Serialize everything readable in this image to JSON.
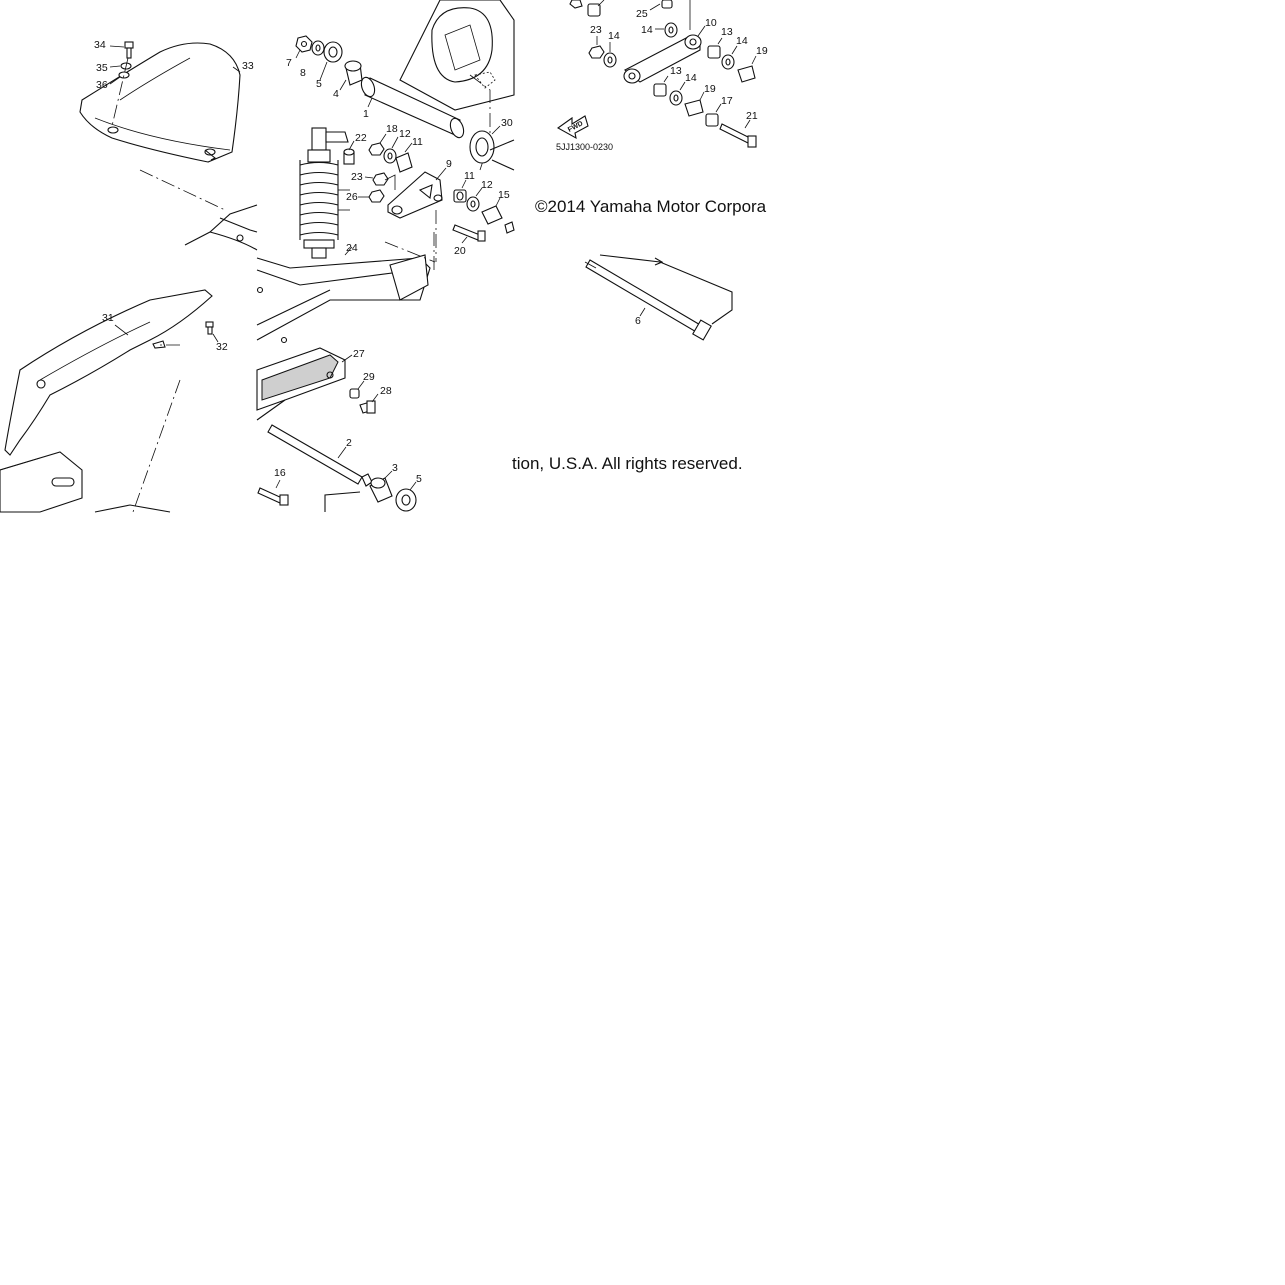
{
  "diagram": {
    "part_code": "5JJ1300-0230",
    "fwd_label": "FWD",
    "copyright_part1": "©2014 Yamaha Motor Corpora",
    "copyright_part2": "tion, U.S.A. All rights reserved.",
    "callouts": {
      "c1": "1",
      "c2": "2",
      "c3": "3",
      "c4": "4",
      "c5a": "5",
      "c5b": "5",
      "c6": "6",
      "c7": "7",
      "c8": "8",
      "c9": "9",
      "c10": "10",
      "c11a": "11",
      "c11b": "11",
      "c12a": "12",
      "c12b": "12",
      "c13a": "13",
      "c13b": "13",
      "c14a": "14",
      "c14b": "14",
      "c14c": "14",
      "c14d": "14",
      "c15": "15",
      "c16": "16",
      "c17": "17",
      "c18": "18",
      "c19a": "19",
      "c19b": "19",
      "c20": "20",
      "c21": "21",
      "c22": "22",
      "c23a": "23",
      "c23b": "23",
      "c24": "24",
      "c25": "25",
      "c26": "26",
      "c27": "27",
      "c28": "28",
      "c29": "29",
      "c30": "30",
      "c31": "31",
      "c32": "32",
      "c33": "33",
      "c34": "34",
      "c35": "35",
      "c36": "36"
    }
  }
}
